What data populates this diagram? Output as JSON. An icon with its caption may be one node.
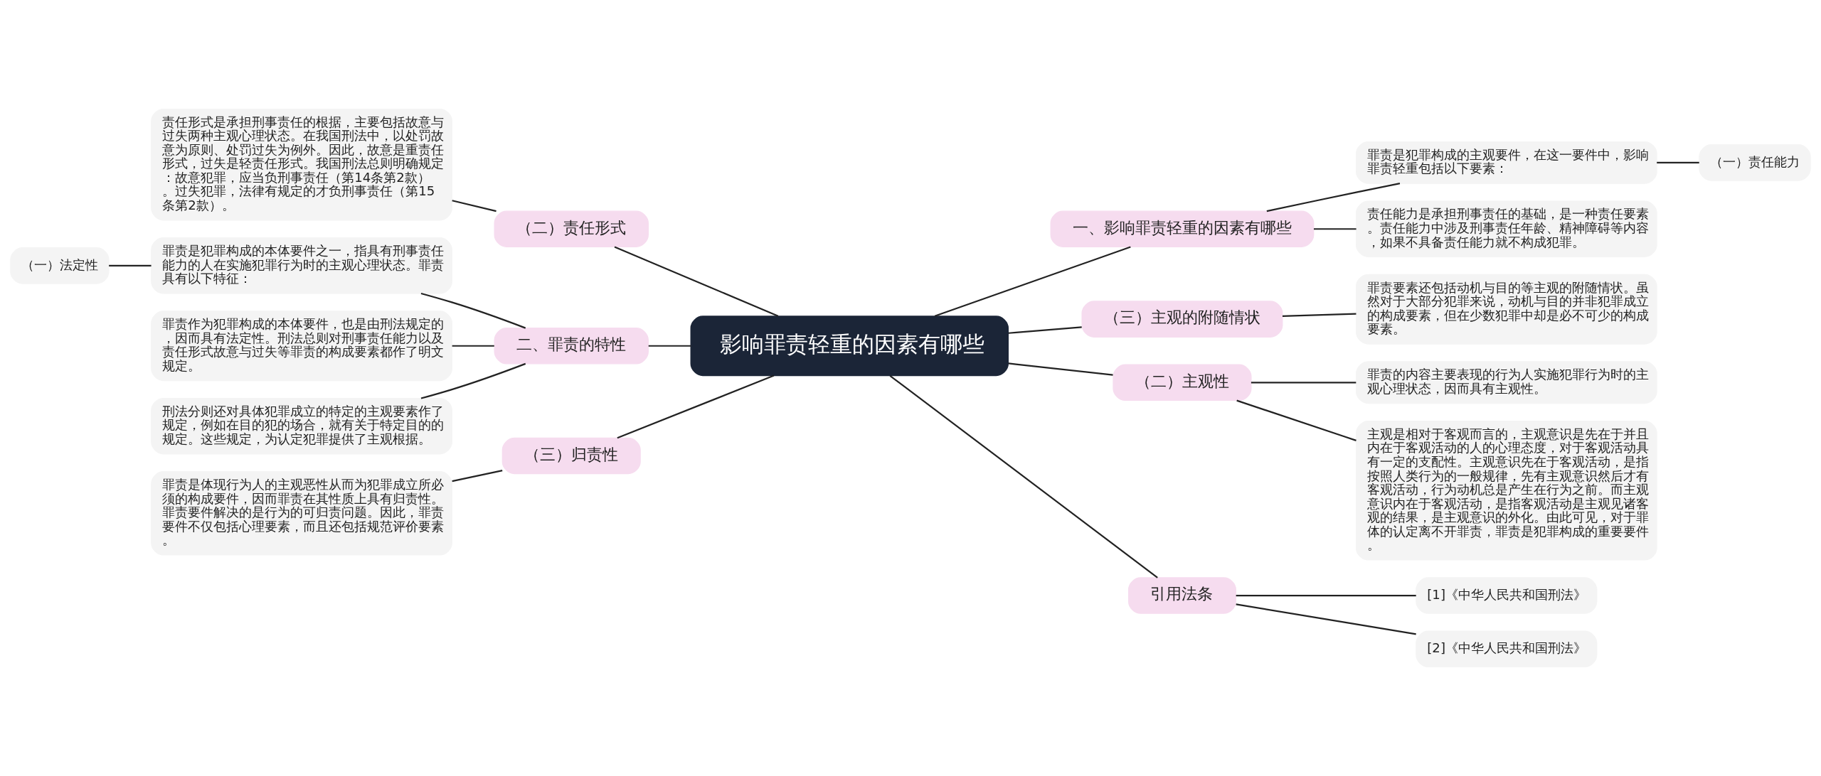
{
  "diagram": {
    "nodes": [
      {
        "text": [
          "影响罪责轻重的因素有哪些"
        ]
      },
      {
        "text": [
          "一、影响罪责轻重的因素有哪些"
        ]
      },
      {
        "text": [
          "罪责是犯罪构成的主观要件，在这一要件中，影响罪责轻重包括以下要素："
        ]
      },
      {
        "text": [
          "（一）责任能力"
        ]
      },
      {
        "text": [
          "责任能力是承担刑事责任的基础，是一种责任要素。责任能力中涉及刑事责任年龄、精神障碍等内容，如果不具备责任能力就不构成犯罪。"
        ]
      },
      {
        "text": [
          "（三）主观的附随情状"
        ]
      },
      {
        "text": [
          "罪责要素还包括动机与目的等主观的附随情状。虽然对于大部分犯罪来说，动机与目的并非犯罪成立的构成要素，但在少数犯罪中却是必不可少的构成要素。"
        ]
      },
      {
        "text": [
          "（二）主观性"
        ]
      },
      {
        "text": [
          "罪责的内容主要表现的行为人实施犯罪行为时的主观心理状态，因而具有主观性。"
        ]
      },
      {
        "text": [
          "主观是相对于客观而言的，主观意识是先在于并且内在于客观活动的人的心理态度，对于客观活动具有一定的支配性。主观意识先在于客观活动，是指按照人类行为的一般规律，先有主观意识然后才有客观活动，行为动机总是产生在行为之前。而主观意识内在于客观活动，是指客观活动是主观见诸客观的结果，是主观意识的外化。由此可见，对于罪体的认定离不开罪责，罪责是犯罪构成的重要要件。"
        ]
      },
      {
        "text": [
          "引用法条"
        ]
      },
      {
        "text": [
          "[1]《中华人民共和国刑法》"
        ]
      },
      {
        "text": [
          "[2]《中华人民共和国刑法》"
        ]
      },
      {
        "text": [
          "（二）责任形式"
        ]
      },
      {
        "text": [
          "责任形式是承担刑事责任的根据，主要包括故意与过失两种主观心理状态。在我国刑法中，以处罚故意为原则、处罚过失为例外。因此，故意是重责任形式，过失是轻责任形式。我国刑法总则明确规定：故意犯罪，应当负刑事责任（第14条第2款）。过失犯罪，法律有规定的才负刑事责任（第15条第2款）。"
        ]
      },
      {
        "text": [
          "二、罪责的特性"
        ]
      },
      {
        "text": [
          "罪责是犯罪构成的本体要件之一，指具有刑事责任能力的人在实施犯罪行为时的主观心理状态。罪责具有以下特征："
        ]
      },
      {
        "text": [
          "（一）法定性"
        ]
      },
      {
        "text": [
          "罪责作为犯罪构成的本体要件，也是由刑法规定的，因而具有法定性。刑法总则对刑事责任能力以及责任形式故意与过失等罪责的构成要素都作了明文规定。"
        ]
      },
      {
        "text": [
          "刑法分则还对具体犯罪成立的特定的主观要素作了规定，例如在目的犯的场合，就有关于特定目的的规定。这些规定，为认定犯罪提供了主观根据。"
        ]
      },
      {
        "text": [
          "（三）归责性"
        ]
      },
      {
        "text": [
          "罪责是体现行为人的主观恶性从而为犯罪成立所必须的构成要件，因而罪责在其性质上具有归责性。罪责要件解决的是行为的可归责问题。因此，罪责要件不仅包括心理要素，而且还包括规范评价要素。"
        ]
      }
    ],
    "edges": [
      {
        "from": 0,
        "to": 1,
        "arrow": "none"
      },
      {
        "from": 1,
        "to": 2,
        "arrow": "none"
      },
      {
        "from": 2,
        "to": 3,
        "arrow": "none"
      },
      {
        "from": 1,
        "to": 4,
        "arrow": "none"
      },
      {
        "from": 0,
        "to": 5,
        "arrow": "none"
      },
      {
        "from": 5,
        "to": 6,
        "arrow": "none"
      },
      {
        "from": 0,
        "to": 7,
        "arrow": "none"
      },
      {
        "from": 7,
        "to": 8,
        "arrow": "none"
      },
      {
        "from": 7,
        "to": 9,
        "arrow": "none"
      },
      {
        "from": 0,
        "to": 10,
        "arrow": "none"
      },
      {
        "from": 10,
        "to": 11,
        "arrow": "none"
      },
      {
        "from": 10,
        "to": 12,
        "arrow": "none"
      },
      {
        "from": 0,
        "to": 13,
        "arrow": "none"
      },
      {
        "from": 13,
        "to": 14,
        "arrow": "none"
      },
      {
        "from": 0,
        "to": 15,
        "arrow": "none"
      },
      {
        "from": 15,
        "to": 16,
        "arrow": "none"
      },
      {
        "from": 16,
        "to": 17,
        "arrow": "none"
      },
      {
        "from": 15,
        "to": 18,
        "arrow": "none"
      },
      {
        "from": 15,
        "to": 19,
        "arrow": "none"
      },
      {
        "from": 0,
        "to": 20,
        "arrow": "none"
      },
      {
        "from": 20,
        "to": 21,
        "arrow": "none"
      }
    ]
  }
}
